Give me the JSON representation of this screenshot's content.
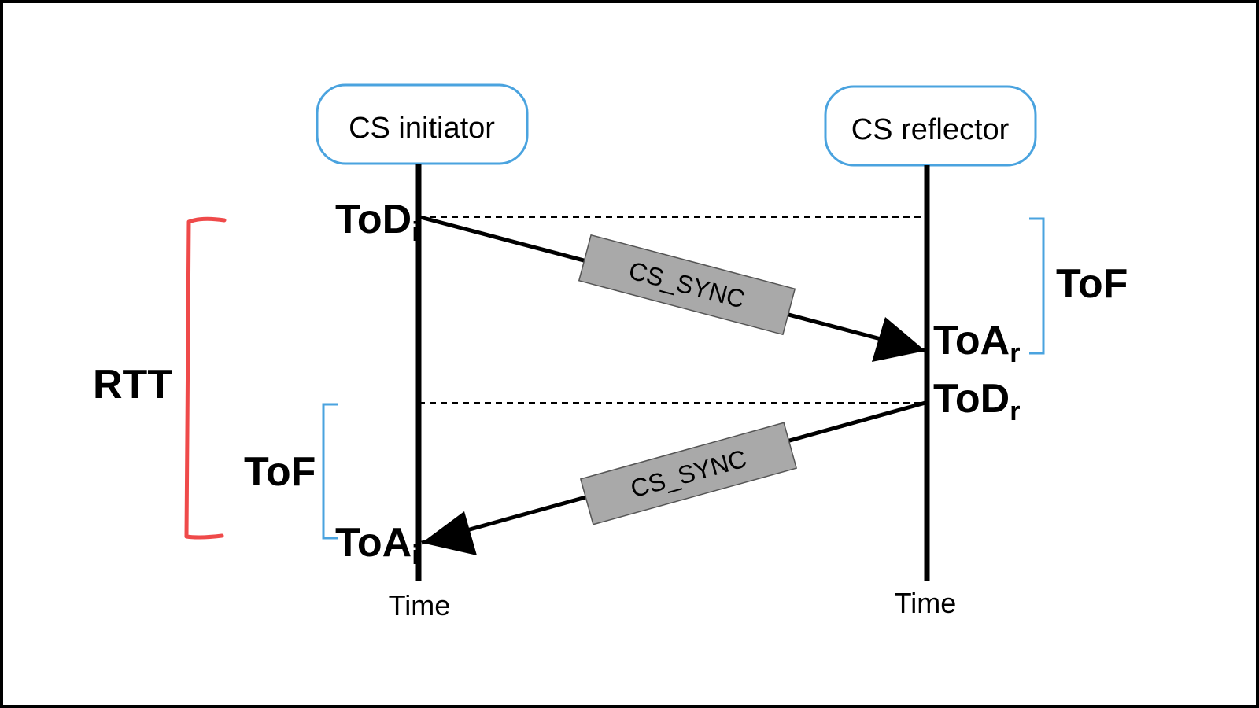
{
  "diagram": {
    "initiator_label": "CS initiator",
    "reflector_label": "CS reflector",
    "time_label_left": "Time",
    "time_label_right": "Time",
    "tod_i": {
      "main": "ToD",
      "sub": "i"
    },
    "toa_r": {
      "main": "ToA",
      "sub": "r"
    },
    "tod_r": {
      "main": "ToD",
      "sub": "r"
    },
    "toa_i": {
      "main": "ToA",
      "sub": "i"
    },
    "message_forward": "CS_SYNC",
    "message_return": "CS_SYNC",
    "tof_right": "ToF",
    "tof_left": "ToF",
    "rtt": "RTT",
    "colors": {
      "node_border": "#4aa3df",
      "rtt_bracket": "#ef4a4a",
      "tof_bracket": "#4aa3df",
      "message_box": "#a9a9a9",
      "frame": "#000000"
    }
  }
}
